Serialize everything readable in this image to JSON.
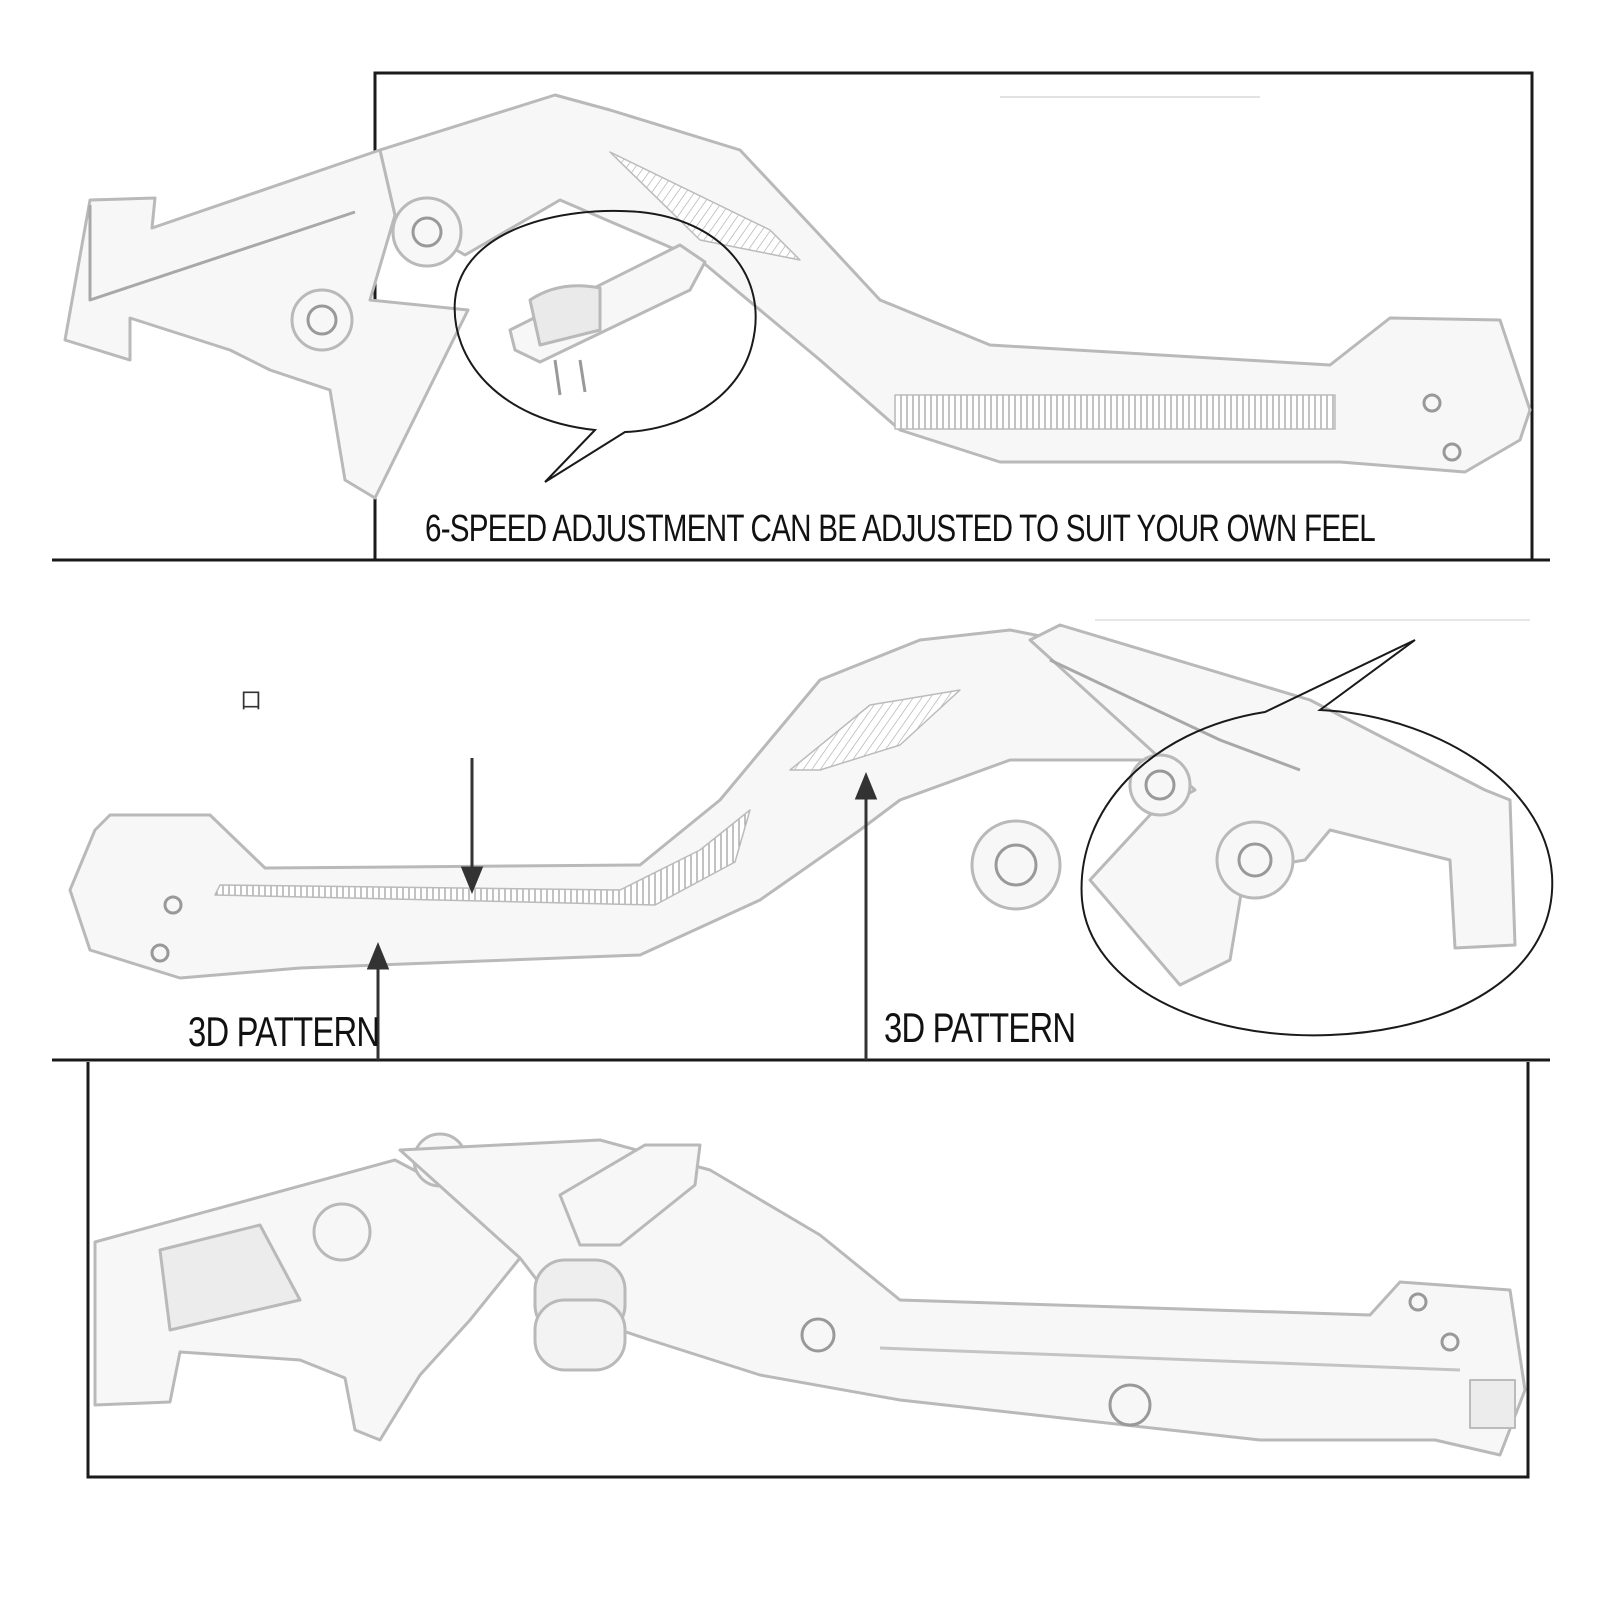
{
  "captions": {
    "adjustment": "6-SPEED ADJUSTMENT CAN BE ADJUSTED TO SUIT YOUR OWN FEEL",
    "pattern_left": "3D PATTERN",
    "pattern_right": "3D PATTERN",
    "stray_glyph": "口"
  },
  "colors": {
    "line": "#1a1a1a",
    "outline": "#b9b9b9",
    "outline_dark": "#8c8c8c",
    "fill": "#f7f7f7",
    "hatch": "#9a9a9a"
  },
  "icons": {
    "top_panel": "lever-adjuster-icon",
    "middle_panel": "lever-pattern-icon",
    "bottom_panel": "lever-folding-icon"
  }
}
